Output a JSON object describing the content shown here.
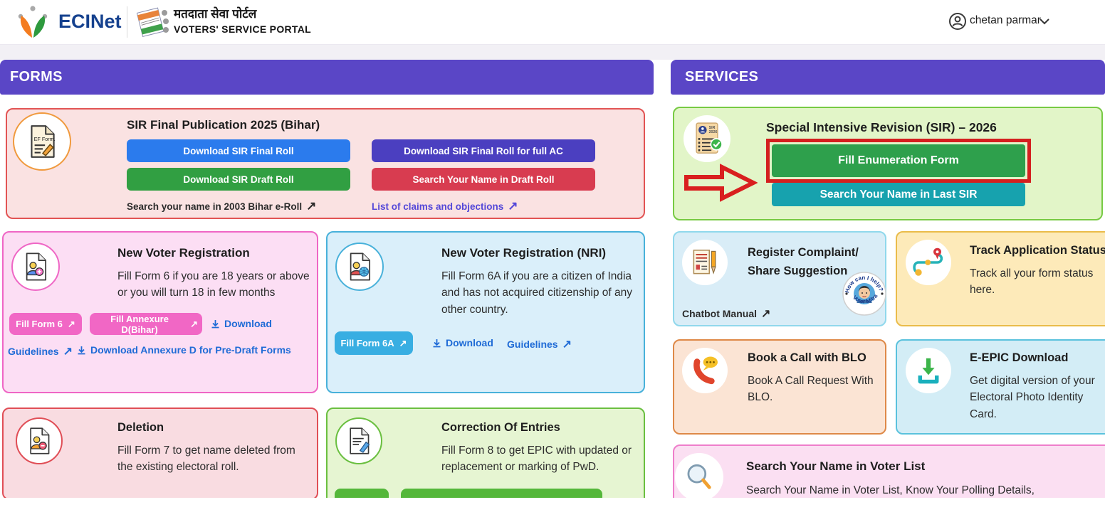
{
  "icons": {
    "external_link": "↗"
  },
  "colors": {
    "panel_header_bg": "#5a46c6",
    "annotation_red": "#d41f1f",
    "brand_blue": "#15418e",
    "btn_blue": "#2b7bed",
    "btn_purple": "#4b3fc0",
    "btn_green": "#319f42",
    "btn_red": "#d83c50",
    "btn_pink": "#f167c5",
    "btn_cyan": "#38aee2",
    "btn_enum_green": "#2ea04c",
    "btn_teal": "#17a2ae"
  },
  "header": {
    "brand": "ECINet",
    "portal_title_hi": "मतदाता सेवा पोर्टल",
    "portal_title_en": "VOTERS' SERVICE PORTAL",
    "user_name": "chetan parmar"
  },
  "forms_panel": {
    "title": "FORMS",
    "sir_publication": {
      "title": "SIR Final Publication 2025 (Bihar)",
      "icon_label": "EF Form.",
      "btn_download_final_roll": "Download SIR Final Roll",
      "btn_download_final_roll_full_ac": "Download SIR Final Roll for full AC",
      "btn_download_draft_roll": "Download SIR Draft Roll",
      "btn_search_name_draft_roll": "Search Your Name in Draft Roll",
      "link_search_2003": "Search your name in 2003 Bihar e-Roll",
      "link_claims": "List of claims and objections"
    },
    "new_voter": {
      "title": "New Voter Registration",
      "description": "Fill Form 6 if you are 18 years or above or you will turn 18 in few months",
      "btn_fill_form6": "Fill Form 6",
      "btn_fill_annexure": "Fill Annexure D(Bihar)",
      "link_download": "Download",
      "link_guidelines": "Guidelines",
      "link_download_annexure": "Download Annexure D for Pre-Draft Forms"
    },
    "new_voter_nri": {
      "title": "New Voter Registration (NRI)",
      "description": "Fill Form 6A if you are a citizen of India and has not acquired citizenship of any other country.",
      "btn_fill_form6a": "Fill Form 6A",
      "link_download": "Download",
      "link_guidelines": "Guidelines"
    },
    "deletion": {
      "title": "Deletion",
      "description": "Fill Form 7 to get name deleted from the existing electoral roll."
    },
    "correction": {
      "title": "Correction Of Entries",
      "description": "Fill Form 8 to get EPIC with updated or replacement or marking of PwD."
    }
  },
  "services_panel": {
    "title": "SERVICES",
    "sir_2026": {
      "title": "Special Intensive Revision (SIR) – 2026",
      "icon_label_1": "SIR",
      "icon_label_2": "2026",
      "btn_fill_enumeration": "Fill Enumeration Form",
      "btn_search_last_sir": "Search Your Name in Last SIR"
    },
    "complaint": {
      "title_line1": "Register Complaint/",
      "title_line2": "Share Suggestion",
      "link_chatbot": "Chatbot Manual",
      "badge_top": "How can I help?",
      "badge_bottom": "Voter Mitra"
    },
    "track": {
      "title": "Track Application Status",
      "description": "Track all your form status here."
    },
    "blo": {
      "title": "Book a Call with BLO",
      "description": "Book A Call Request With BLO."
    },
    "eepic": {
      "title": "E-EPIC Download",
      "description": "Get digital version of your Electoral Photo Identity Card."
    },
    "search_voter_list": {
      "title": "Search Your Name in Voter List",
      "description": "Search Your Name in Voter List, Know Your Polling Details,"
    }
  }
}
